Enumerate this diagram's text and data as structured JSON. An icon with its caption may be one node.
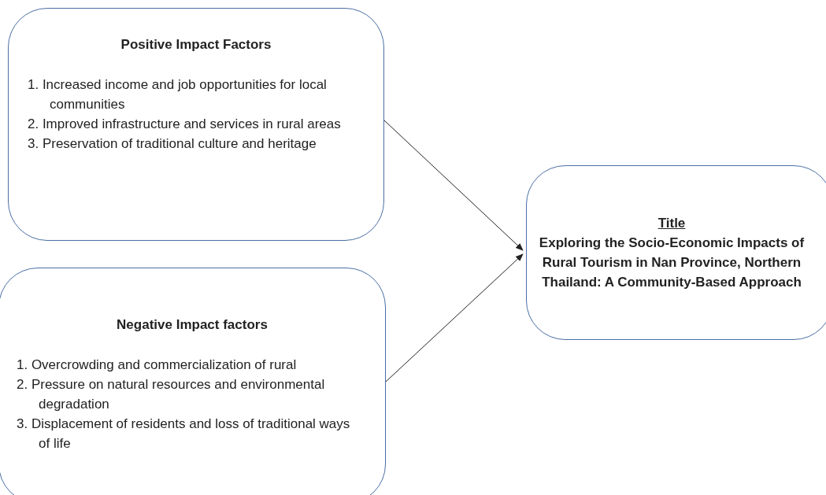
{
  "diagram": {
    "nodes": [
      {
        "text": [
          "Positive Impact Factors",
          "1. Increased income and job opportunities for local communities",
          "2. Improved infrastructure and services in rural areas",
          "3. Preservation of traditional culture and heritage"
        ]
      },
      {
        "text": [
          "Negative Impact factors",
          "1. Overcrowding and commercialization of rural",
          "2. Pressure on natural resources and environmental degradation",
          "3. Displacement of residents and loss of traditional ways of life"
        ]
      },
      {
        "text": [
          "Title",
          "Exploring the Socio-Economic Impacts of Rural Tourism in Nan Province, Northern Thailand: A Community-Based Approach"
        ]
      }
    ],
    "edges": [
      {
        "from": 0,
        "to": 2,
        "arrow": "to"
      },
      {
        "from": 1,
        "to": 2,
        "arrow": "to"
      }
    ]
  }
}
